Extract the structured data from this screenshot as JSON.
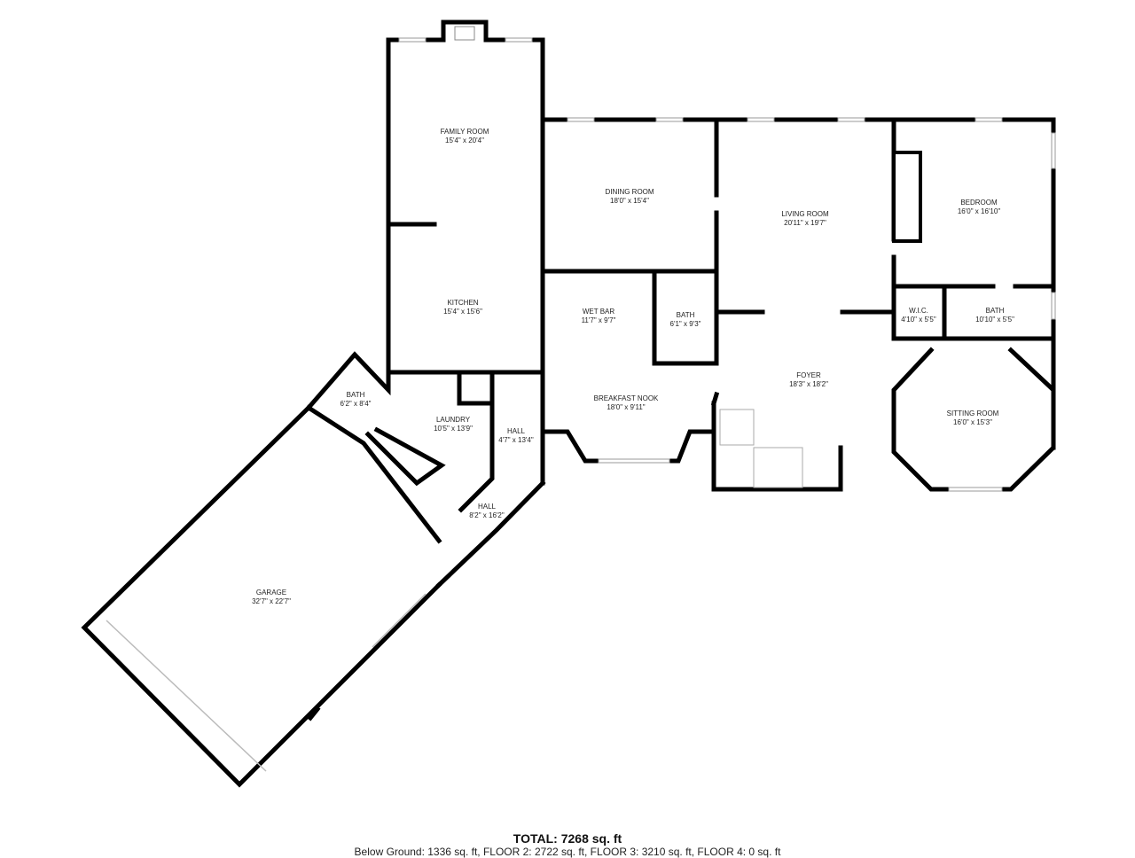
{
  "rooms": [
    {
      "name": "FAMILY ROOM",
      "size": "15'4\" x 20'4\""
    },
    {
      "name": "DINING ROOM",
      "size": "18'0\" x 15'4\""
    },
    {
      "name": "LIVING ROOM",
      "size": "20'11\" x 19'7\""
    },
    {
      "name": "BEDROOM",
      "size": "16'0\" x 16'10\""
    },
    {
      "name": "KITCHEN",
      "size": "15'4\" x 15'6\""
    },
    {
      "name": "WET BAR",
      "size": "11'7\" x 9'7\""
    },
    {
      "name": "BATH",
      "size": "6'1\" x 9'3\""
    },
    {
      "name": "W.I.C.",
      "size": "4'10\" x 5'5\""
    },
    {
      "name": "BATH",
      "size": "10'10\" x 5'5\""
    },
    {
      "name": "BATH",
      "size": "6'2\" x 8'4\""
    },
    {
      "name": "FOYER",
      "size": "18'3\" x 18'2\""
    },
    {
      "name": "BREAKFAST NOOK",
      "size": "18'0\" x 9'11\""
    },
    {
      "name": "SITTING ROOM",
      "size": "16'0\" x 15'3\""
    },
    {
      "name": "LAUNDRY",
      "size": "10'5\" x 13'9\""
    },
    {
      "name": "HALL",
      "size": "4'7\" x 13'4\""
    },
    {
      "name": "HALL",
      "size": "8'2\" x 16'2\""
    },
    {
      "name": "GARAGE",
      "size": "32'7\" x 22'7\""
    }
  ],
  "footer": {
    "total": "TOTAL: 7268 sq. ft",
    "breakdown": "Below Ground: 1336 sq. ft, FLOOR 2: 2722 sq. ft, FLOOR 3: 3210 sq. ft, FLOOR 4: 0 sq. ft"
  }
}
